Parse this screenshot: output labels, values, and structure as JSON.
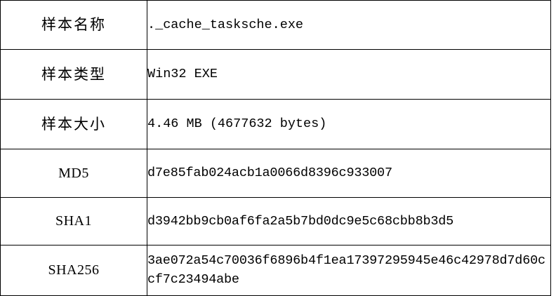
{
  "table": {
    "rows": [
      {
        "label": "样本名称",
        "label_lang": "cjk",
        "value": "._cache_tasksche.exe",
        "kind": "filename"
      },
      {
        "label": "样本类型",
        "label_lang": "cjk",
        "value": "Win32 EXE",
        "kind": "filetype"
      },
      {
        "label": "样本大小",
        "label_lang": "cjk",
        "value": "4.46 MB (4677632 bytes)",
        "kind": "filesize"
      },
      {
        "label": "MD5",
        "label_lang": "latin",
        "value": "d7e85fab024acb1a0066d8396c933007",
        "kind": "hash"
      },
      {
        "label": "SHA1",
        "label_lang": "latin",
        "value": "d3942bb9cb0af6fa2a5b7bd0dc9e5c68cbb8b3d5",
        "kind": "hash"
      },
      {
        "label": "SHA256",
        "label_lang": "latin",
        "value": "3ae072a54c70036f6896b4f1ea17397295945e46c42978d7d60ccf7c23494abe",
        "kind": "hash-wrap"
      }
    ]
  },
  "style": {
    "border_color": "#000000",
    "text_color": "#000000",
    "background": "#ffffff"
  }
}
